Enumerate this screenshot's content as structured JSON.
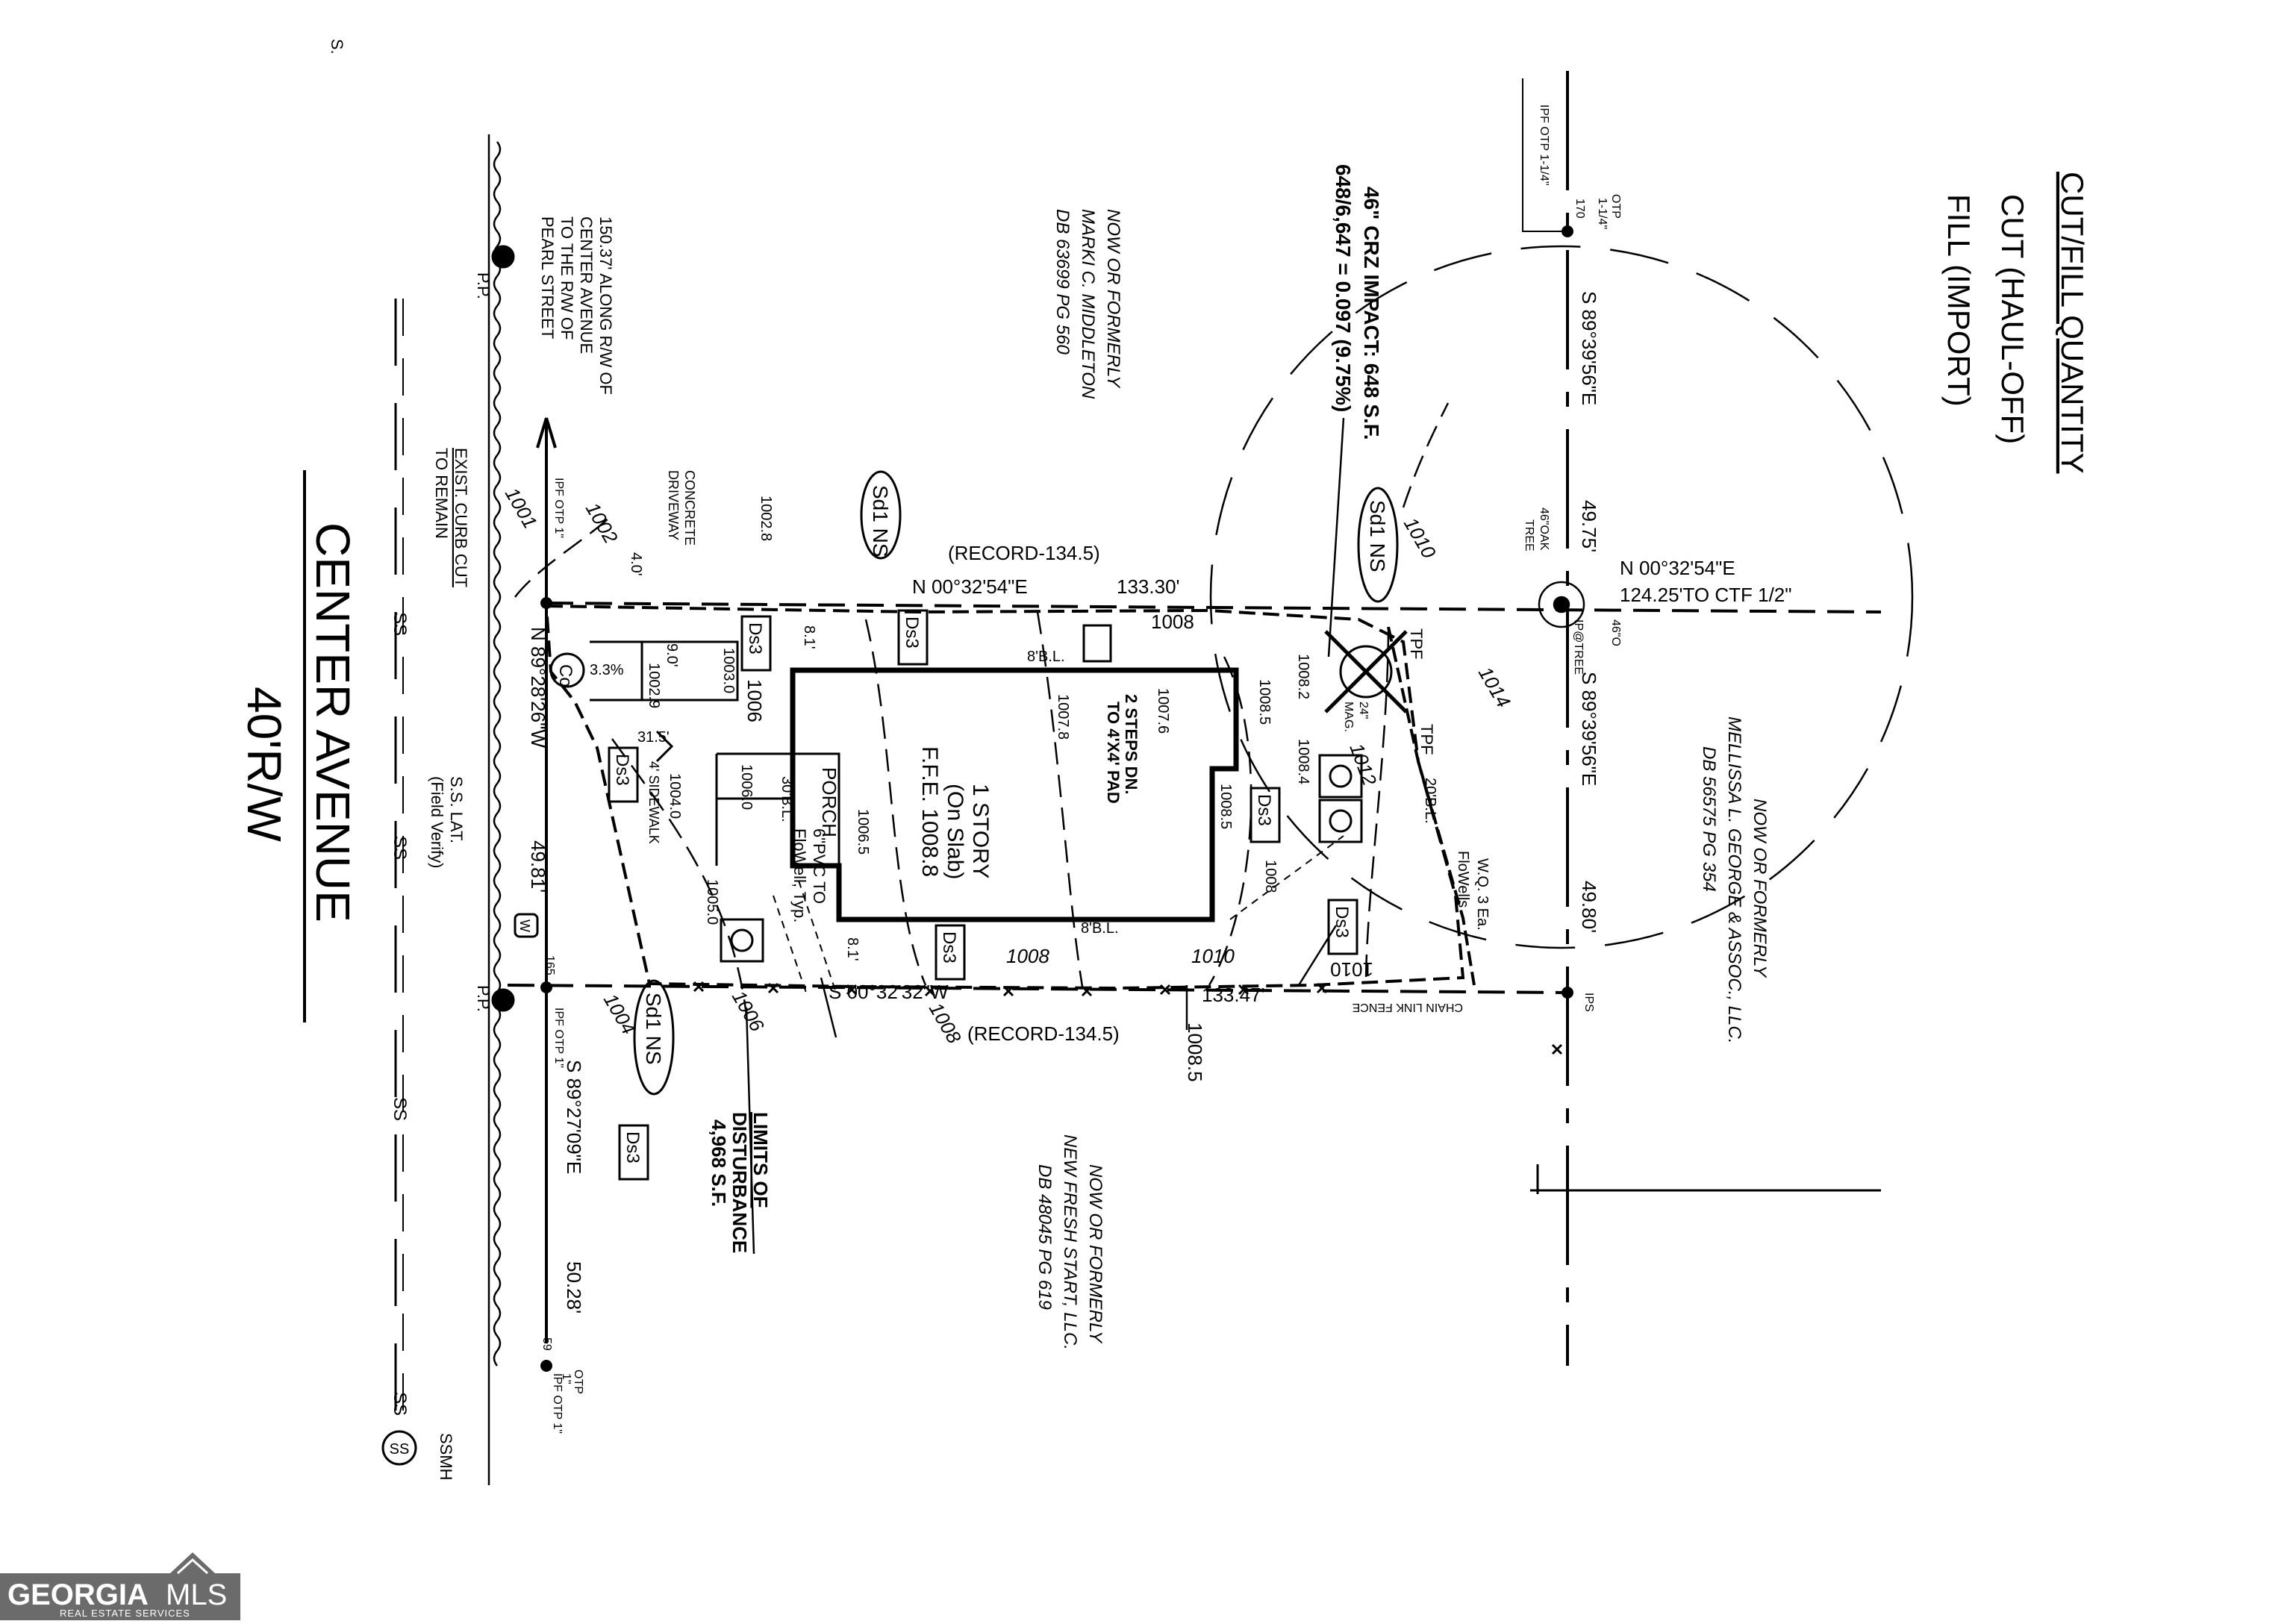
{
  "corner_mark": "S.",
  "cutfill": {
    "title": "CUT/FILL QUANTITY",
    "cut": "CUT (HAUL-OFF)",
    "fill": "FILL (IMPORT)"
  },
  "street": {
    "name": "CENTER AVENUE",
    "row": "40'R/W"
  },
  "property_line_labels": {
    "north_bearing": "N 00°32'54\"E",
    "north_record": "(RECORD-134.5)",
    "north_dist": "133.30'",
    "south_bearing": "S 00°32'32\"W",
    "south_record": "(RECORD-134.5)",
    "south_dist": "133.47'",
    "west_bearing": "N 89°28'26\"W",
    "west_dist": "49.81'",
    "east_bearing": "S 89°39'56\"E",
    "east_dist": "49.80'",
    "ne_bearing": "S 89°39'56\"E",
    "ne_dist": "49.75'",
    "se_bearing": "S 89°27'09\"E",
    "se_dist": "50.28'",
    "tie_bearing": "N 00°32'54\"E",
    "tie_dist": "124.25'TO CTF 1/2\""
  },
  "neighbors": {
    "north": [
      "NOW OR FORMERLY",
      "MARKI C. MIDDLETON",
      "DB 63699  PG 560"
    ],
    "east": [
      "NOW OR FORMERLY",
      "MELLISSA L. GEORGE & ASSOC., LLC.",
      "DB 56575  PG 354"
    ],
    "south": [
      "NOW OR FORMERLY",
      "NEW FRESH START, LLC.",
      "DB 48045  PG 619"
    ]
  },
  "crz_impact": [
    "46\" CRZ IMPACT: 648 S.F.",
    "648/6,647 = 0.097 (9.75%)"
  ],
  "house": {
    "lines": [
      "1 STORY",
      "(On Slab)",
      "F.F.E. 1008.8"
    ],
    "porch": "PORCH",
    "steps": [
      "2 STEPS DN.",
      "TO 4'X4' PAD"
    ]
  },
  "notes": {
    "along_row": [
      "150.37' ALONG R/W OF",
      "CENTER AVENUE",
      "TO THE R/W OF",
      "PEARL STREET"
    ],
    "curb_cut": [
      "EXIST. CURB CUT",
      "TO REMAIN"
    ],
    "concrete_driveway": [
      "CONCRETE",
      "DRIVEWAY"
    ],
    "ss_lat": [
      "S.S. LAT.",
      "(Field Verify)"
    ],
    "sidewalk": "4' SIDEWALK",
    "limits": [
      "LIMITS OF",
      "DISTURBANCE",
      "4,968 S.F."
    ],
    "pvc": [
      "6\"PVC TO",
      "FloWell, Typ."
    ],
    "wq": [
      "W.Q. 3 Ea.",
      "FloWells"
    ],
    "oak_tree": [
      "46\"OAK",
      "TREE"
    ],
    "oak_dia": "46\"O",
    "mag_tree": [
      "24\"",
      "MAG."
    ],
    "chain_link": "CHAIN LINK FENCE",
    "ssmh": "SSMH",
    "ss_symbol": "SS",
    "co": "Co",
    "pp": "P.P.",
    "w_meter": "W"
  },
  "monuments": {
    "ipf_otp_1_nw": "IPF OTP 1\"",
    "ipf_otp_1_sw": "IPF OTP 1\"",
    "ipf_otp_1_s": "IPF OTP 1\"",
    "otp_1": [
      "OTP",
      "1\""
    ],
    "ipf_otp_114": "IPF OTP 1-1/4\"",
    "otp_114": [
      "OTP",
      "1-1/4\""
    ],
    "ips": "IPS",
    "ip_tree": "IP@TREE",
    "tpf_1": "TPF",
    "tpf_2": "TPF",
    "num_170": "170",
    "num_165": "165",
    "num_59": "59"
  },
  "setbacks": {
    "front": "30'B.L.",
    "side_n": "8'B.L.",
    "side_s": "8'B.L.",
    "rear": "20'B.L."
  },
  "dims": {
    "d40": "4.0'",
    "d90": "9.0'",
    "d315": "31.5'",
    "d81n": "8.1'",
    "d81s": "8.1'",
    "slope": "3.3%"
  },
  "badges": {
    "sd1_north": "Sd1 NS",
    "sd1_east": "Sd1 NS",
    "sd1_south": "Sd1 NS",
    "ds3_a": "Ds3",
    "ds3_b": "Ds3",
    "ds3_c": "Ds3",
    "ds3_d": "Ds3",
    "ds3_e": "Ds3",
    "ds3_f": "Ds3",
    "ds3_g": "Ds3"
  },
  "contours": [
    "1001",
    "1002",
    "1004",
    "1006",
    "1008",
    "1008",
    "1010",
    "1010",
    "1012",
    "1014"
  ],
  "spot_elevations": {
    "e10028": "1002.8",
    "e10029": "1002.9",
    "e10030": "1003.0",
    "e1006": "1006",
    "e10040": "1004.0",
    "e10050": "1005.0",
    "e10065": "1006.5",
    "e10060": "1006.0",
    "e10076": "1007.6",
    "e10078": "1007.8",
    "e10082": "1008.2",
    "e10084": "1008.4",
    "e10085a": "1008.5",
    "e10085b": "1008.5",
    "e10085c": "1008.5",
    "e1008s": "1008",
    "e1008h": "1008",
    "e1010": "1010"
  },
  "logo": {
    "brand_a": "GEORGIA",
    "brand_b": "MLS",
    "tagline": "REAL ESTATE SERVICES"
  }
}
